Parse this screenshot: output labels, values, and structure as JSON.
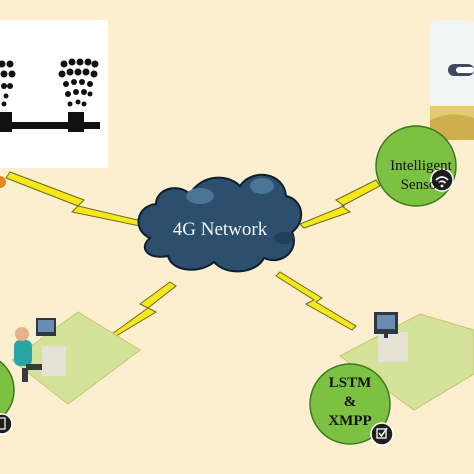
{
  "network": {
    "label": "4G Network"
  },
  "sensor_node": {
    "line1": "Intelligent",
    "line2": "Sensor"
  },
  "model_node": {
    "line1": "LSTM",
    "line2": "&",
    "line3": "XMPP"
  },
  "colors": {
    "background": "#fbefcf",
    "platform": "#d5e39a",
    "node_fill": "#7cc142",
    "node_stroke": "#3d7a1e",
    "cloud": "#2d4f6e",
    "lightning": "#f5e81a",
    "badge": "#1e1e1e"
  },
  "icons": [
    "sprinkler-icon",
    "wifi-icon",
    "checkbox-icon",
    "farmer-icon",
    "computer-icon",
    "monitor-icon",
    "tablet-icon"
  ]
}
